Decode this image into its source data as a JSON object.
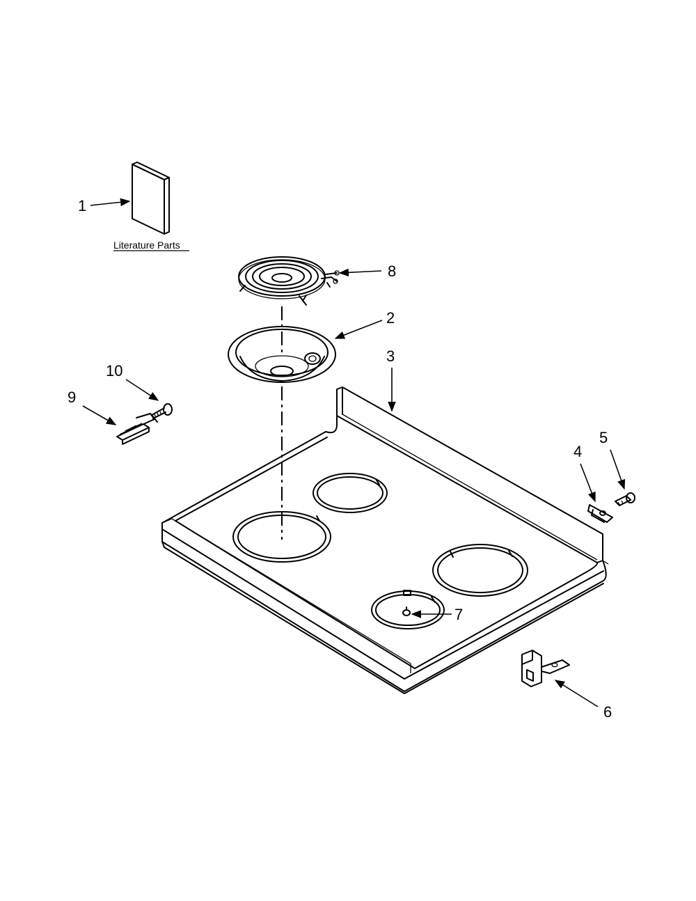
{
  "callouts": {
    "c1": "1",
    "c2": "2",
    "c3": "3",
    "c4": "4",
    "c5": "5",
    "c6": "6",
    "c7": "7",
    "c8": "8",
    "c9": "9",
    "c10": "10"
  },
  "literature_label": "Literature Parts"
}
